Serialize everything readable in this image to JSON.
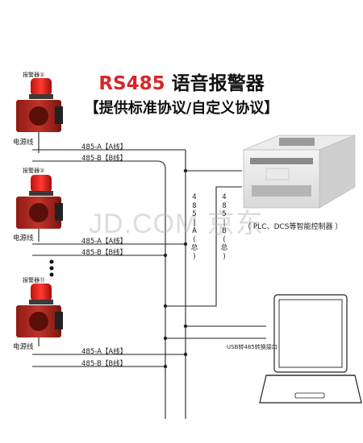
{
  "title": {
    "prefix": "RS485",
    "suffix": "语音报警器"
  },
  "subtitle": "【提供标准协议/自定义协议】",
  "alarms": [
    {
      "label": "报警器①",
      "power_label": "电源线",
      "line_a": "485-A【A线】",
      "line_b": "485-B【B线】"
    },
    {
      "label": "报警器②",
      "power_label": "电源线",
      "line_a": "485-A【A线】",
      "line_b": "485-B【B线】"
    },
    {
      "label": "报警器⑪",
      "power_label": "电源线",
      "line_a": "485-A【A线】",
      "line_b": "485-B【B线】"
    }
  ],
  "bus_a_vertical": [
    "4",
    "8",
    "5",
    "|",
    "A",
    "(",
    "总",
    ")"
  ],
  "bus_b_vertical": [
    "4",
    "8",
    "5",
    "|",
    "B",
    "(",
    "总",
    ")"
  ],
  "plc_caption": "（ PLC、DCS等智能控制器 ）",
  "laptop_label": "USB转485转换接口",
  "watermark": "JD.COM 京东",
  "colors": {
    "accent_red": "#d8262a",
    "alarm_body": "#b3261e",
    "line": "#222222"
  }
}
